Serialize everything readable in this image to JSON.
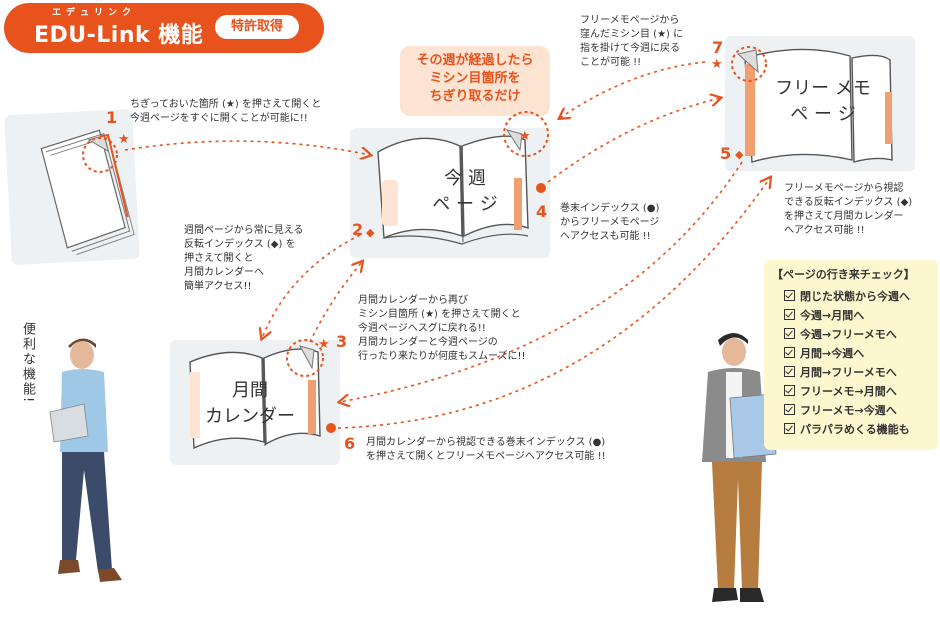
{
  "header": {
    "ruby": "エデュリンク",
    "title": "EDU-Link 機能",
    "badge": "特許取得"
  },
  "callout": {
    "text": "その週が経過したら\nミシン目箇所を\nちぎり取るだけ"
  },
  "steps": {
    "s1": {
      "num": "1",
      "text": "ちぎっておいた箇所 (★) を押さえて開くと\n今週ページをすぐに開くことが可能に!!"
    },
    "s2": {
      "num": "2",
      "text": "週間ページから常に見える\n反転インデックス (◆) を\n押さえて開くと\n月間カレンダーへ\n簡単アクセス!!"
    },
    "s3": {
      "num": "3",
      "text": "月間カレンダーから再び\nミシン目箇所 (★) を押さえて開くと\n今週ページへスグに戻れる!!\n月間カレンダーと今週ページの\n行ったり来たりが何度もスムーズに!!"
    },
    "s4": {
      "num": "4",
      "text": "巻末インデックス (●)\nからフリーメモページ\nへアクセスも可能 !!"
    },
    "s5": {
      "num": "5",
      "text": "フリーメモページから視認\nできる反転インデックス (◆)\nを押さえて月間カレンダー\nへアクセス可能 !!"
    },
    "s6": {
      "num": "6",
      "text": "月間カレンダーから視認できる巻末インデックス (●)\nを押さえて開くとフリーメモページへアクセス可能 !!"
    },
    "s7": {
      "num": "7",
      "text": "フリーメモページから\n窪んだミシン目 (★) に\n指を掛けて今週に戻る\nことが可能 !!"
    }
  },
  "books": {
    "weekly": "今 週\nペ ー ジ",
    "monthly": "月間\nカレンダー",
    "memo": "フリー メモ\nペ ー ジ"
  },
  "side_note": "便利な機能!",
  "checklist": {
    "title": "【ページの行き来チェック】",
    "items": [
      "閉じた状態から今週へ",
      "今週→月間へ",
      "今週→フリーメモへ",
      "月間→今週へ",
      "月間→フリーメモへ",
      "フリーメモ→月間へ",
      "フリーメモ→今週へ",
      "パラパラめくる機能も"
    ]
  },
  "colors": {
    "accent": "#e8531d",
    "callout_bg": "#fde3d2",
    "panel_bg": "#eef1f3",
    "checklist_bg": "#fdf7cf"
  },
  "icons": [
    "star-icon",
    "diamond-icon",
    "dot-icon",
    "checkbox-icon"
  ]
}
